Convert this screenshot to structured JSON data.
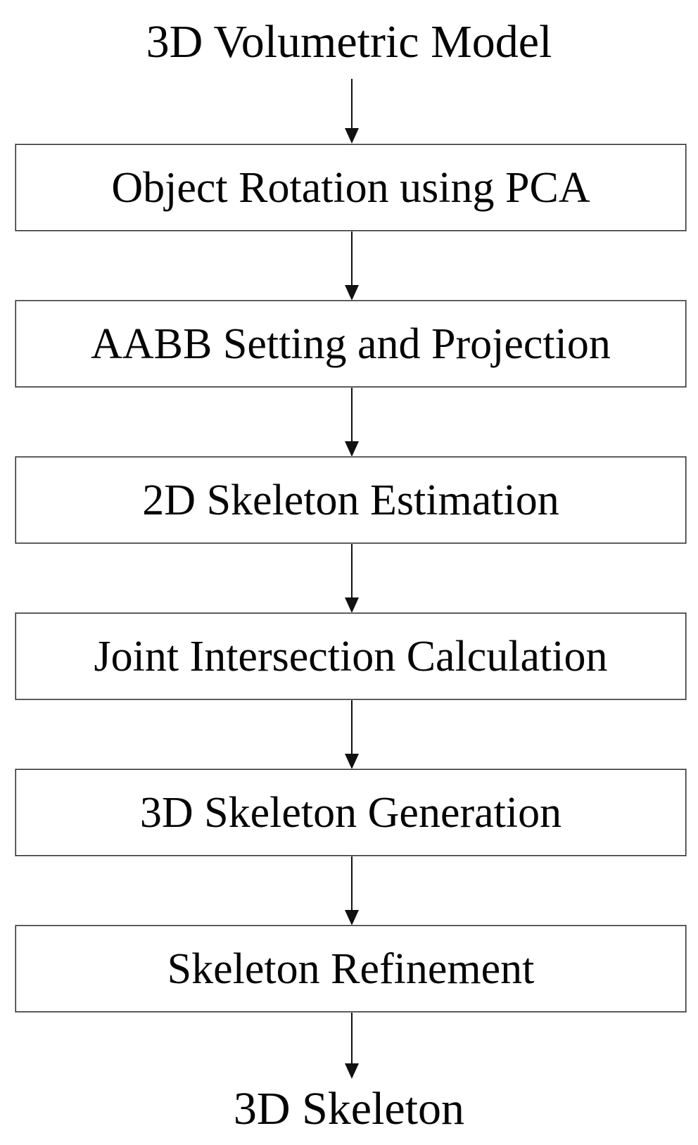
{
  "flowchart": {
    "description": "Pipeline flow diagram from 3D volumetric model input to 3D skeleton output",
    "nodes": [
      {
        "id": "start",
        "type": "terminal-label",
        "label": "3D Volumetric Model"
      },
      {
        "id": "object-rotation",
        "type": "process",
        "label": "Object Rotation using PCA"
      },
      {
        "id": "aabb-projection",
        "type": "process",
        "label": "AABB Setting and Projection"
      },
      {
        "id": "skeleton-2d",
        "type": "process",
        "label": "2D Skeleton Estimation"
      },
      {
        "id": "joint-intersection",
        "type": "process",
        "label": "Joint Intersection Calculation"
      },
      {
        "id": "skeleton-3d-gen",
        "type": "process",
        "label": "3D Skeleton Generation"
      },
      {
        "id": "skeleton-refine",
        "type": "process",
        "label": "Skeleton Refinement"
      },
      {
        "id": "end",
        "type": "terminal-label",
        "label": "3D Skeleton"
      }
    ],
    "edges": [
      {
        "from": "start",
        "to": "object-rotation"
      },
      {
        "from": "object-rotation",
        "to": "aabb-projection"
      },
      {
        "from": "aabb-projection",
        "to": "skeleton-2d"
      },
      {
        "from": "skeleton-2d",
        "to": "joint-intersection"
      },
      {
        "from": "joint-intersection",
        "to": "skeleton-3d-gen"
      },
      {
        "from": "skeleton-3d-gen",
        "to": "skeleton-refine"
      },
      {
        "from": "skeleton-refine",
        "to": "end"
      }
    ],
    "colors": {
      "background": "#ffffff",
      "text": "#050505",
      "box_fill": "#ffffff",
      "box_border_inner": "#2a2a2a",
      "box_border_outer": "#949494",
      "arrow": "#111111"
    }
  }
}
